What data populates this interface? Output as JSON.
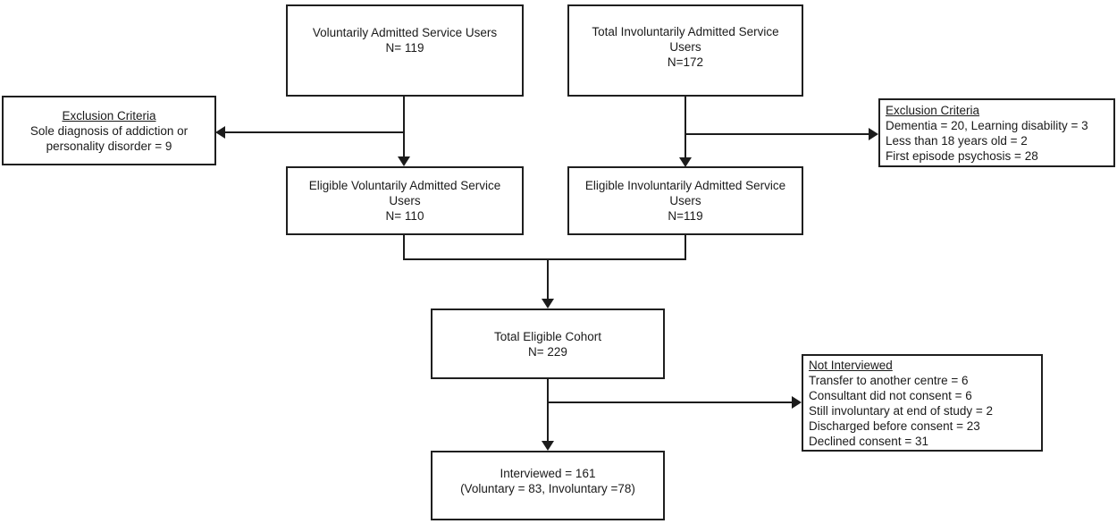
{
  "figure": {
    "type": "flowchart",
    "colors": {
      "background": "#ffffff",
      "line": "#1c1c1c",
      "text": "#1a1a1a"
    }
  },
  "nodes": {
    "voluntary_admitted": {
      "lines": [
        "Voluntarily Admitted Service Users",
        "N= 119"
      ]
    },
    "involuntary_admitted": {
      "lines": [
        "Total Involuntarily Admitted Service Users",
        "N=172"
      ]
    },
    "exclusion_left": {
      "title": "Exclusion Criteria",
      "lines": [
        "Sole diagnosis of addiction or personality disorder = 9"
      ]
    },
    "exclusion_right": {
      "title": "Exclusion Criteria",
      "lines": [
        "Dementia = 20, Learning disability = 3",
        "Less than 18 years old = 2",
        "First episode psychosis = 28"
      ]
    },
    "eligible_voluntary": {
      "lines": [
        "Eligible Voluntarily Admitted Service Users",
        "N= 110"
      ]
    },
    "eligible_involuntary": {
      "lines": [
        "Eligible Involuntarily Admitted Service Users",
        "N=119"
      ]
    },
    "total_eligible": {
      "lines": [
        "Total Eligible Cohort",
        "N= 229"
      ]
    },
    "not_interviewed": {
      "title": "Not Interviewed",
      "lines": [
        "Transfer to another centre = 6",
        "Consultant did not consent = 6",
        "Still involuntary at end of study = 2",
        "Discharged before consent = 23",
        "Declined consent = 31"
      ]
    },
    "interviewed": {
      "lines": [
        "Interviewed = 161",
        "(Voluntary = 83, Involuntary =78)"
      ]
    }
  },
  "edges": [
    {
      "from": "voluntary_admitted",
      "to": "eligible_voluntary"
    },
    {
      "from": "voluntary_admitted",
      "to": "exclusion_left"
    },
    {
      "from": "involuntary_admitted",
      "to": "eligible_involuntary"
    },
    {
      "from": "involuntary_admitted",
      "to": "exclusion_right"
    },
    {
      "from": "eligible_voluntary",
      "to": "total_eligible"
    },
    {
      "from": "eligible_involuntary",
      "to": "total_eligible"
    },
    {
      "from": "total_eligible",
      "to": "interviewed"
    },
    {
      "from": "total_eligible",
      "to": "not_interviewed"
    }
  ]
}
